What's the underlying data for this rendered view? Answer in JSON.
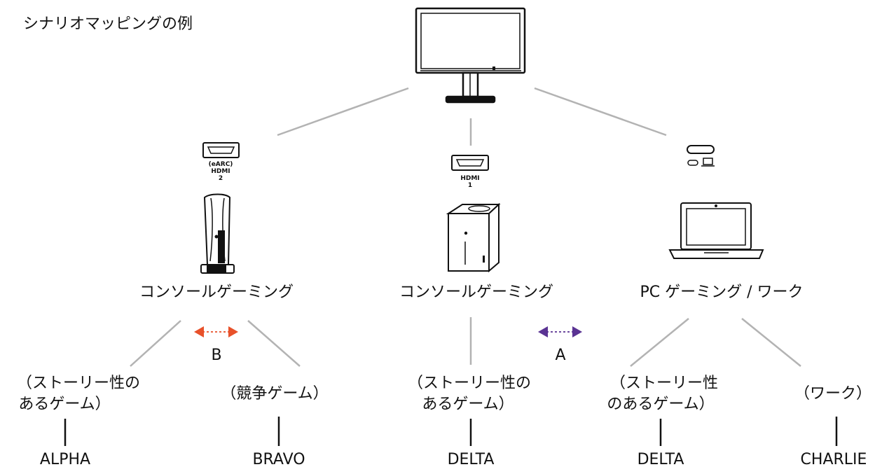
{
  "title": "シナリオマッピングの例",
  "colors": {
    "line": "#b3b3b3",
    "arrow_b": "#e8512a",
    "arrow_a": "#5a3393",
    "ink": "#111111"
  },
  "ports": {
    "hdmi2": {
      "top": "(eARC)",
      "brand": "HDMI",
      "num": "2"
    },
    "hdmi1": {
      "brand": "HDMI",
      "num": "1"
    },
    "usbc": {
      "icons": [
        "usb-c-port-icon",
        "laptop-icon"
      ]
    }
  },
  "devices": {
    "ps": {
      "icon": "game-console-tower-icon",
      "label": "コンソールゲーミング"
    },
    "xbox": {
      "icon": "game-console-box-icon",
      "label": "コンソールゲーミング"
    },
    "pc": {
      "icon": "laptop-icon",
      "label": "PC ゲーミング / ワーク"
    }
  },
  "arrows": {
    "b_label": "B",
    "a_label": "A"
  },
  "scenarios": {
    "s1": {
      "line1": "（ストーリー性の",
      "line2": "あるゲーム）",
      "mode": "ALPHA"
    },
    "s2": {
      "line1": "（競争ゲーム）",
      "mode": "BRAVO"
    },
    "s3": {
      "line1": "（ストーリー性の",
      "line2": "あるゲーム）",
      "mode": "DELTA"
    },
    "s4": {
      "line1": "（ストーリー性",
      "line2": "のあるゲーム）",
      "mode": "DELTA"
    },
    "s5": {
      "line1": "（ワーク）",
      "mode": "CHARLIE"
    }
  }
}
